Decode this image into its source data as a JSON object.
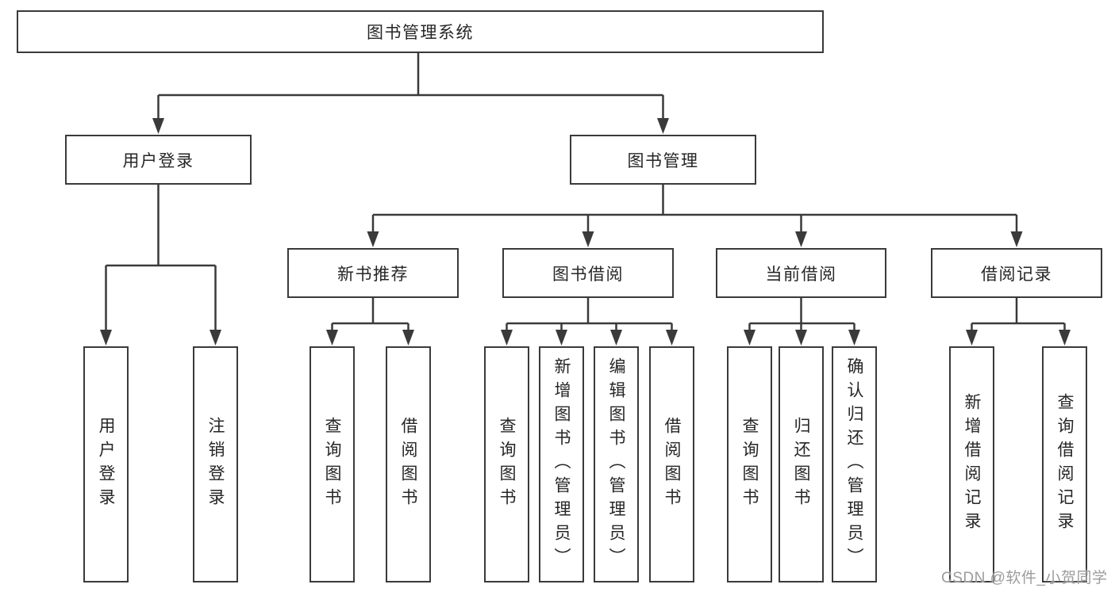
{
  "diagram": {
    "root": {
      "label": "图书管理系统"
    },
    "user_branch": {
      "label": "用户登录",
      "children": {
        "login": {
          "label": "用户登录"
        },
        "logout": {
          "label": "注销登录"
        }
      }
    },
    "management_branch": {
      "label": "图书管理",
      "sections": {
        "new_books": {
          "label": "新书推荐",
          "children": {
            "query_books": {
              "label": "查询图书"
            },
            "borrow_books": {
              "label": "借阅图书"
            }
          }
        },
        "book_borrowing": {
          "label": "图书借阅",
          "children": {
            "query_books": {
              "label": "查询图书"
            },
            "add_books_admin": {
              "label": "新增图书（管理员）"
            },
            "edit_books_admin": {
              "label": "编辑图书（管理员）"
            },
            "borrow_books": {
              "label": "借阅图书"
            }
          }
        },
        "current_borrowing": {
          "label": "当前借阅",
          "children": {
            "query_books": {
              "label": "查询图书"
            },
            "return_books": {
              "label": "归还图书"
            },
            "confirm_return_admin": {
              "label": "确认归还（管理员）"
            }
          }
        },
        "borrowing_records": {
          "label": "借阅记录",
          "children": {
            "add_record": {
              "label": "新增借阅记录"
            },
            "query_record": {
              "label": "查询借阅记录"
            }
          }
        }
      }
    }
  },
  "watermark": {
    "text": "CSDN @软件_小贺同学"
  },
  "colors": {
    "line": "#3a3a3a",
    "box_border": "#3a3a3a",
    "text": "#262626",
    "watermark_gray": "#9c9c9c",
    "background": "#ffffff"
  }
}
